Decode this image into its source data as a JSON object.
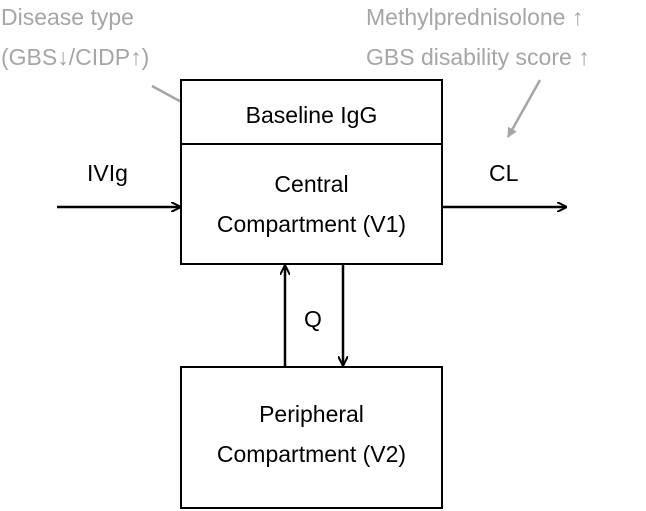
{
  "colors": {
    "line": "#000000",
    "annotation": "#a6a6a6"
  },
  "annotations": {
    "disease_line1": "Disease type",
    "disease_line2": "(GBS↓/CIDP↑)",
    "covariate_line1": "Methylprednisolone ↑",
    "covariate_line2": "GBS disability score ↑"
  },
  "central": {
    "baseline_label": "Baseline IgG",
    "name_line1": "Central",
    "name_line2": "Compartment (V1)"
  },
  "peripheral": {
    "name_line1": "Peripheral",
    "name_line2": "Compartment (V2)"
  },
  "flows": {
    "input": "IVIg",
    "clearance": "CL",
    "intercompartmental": "Q"
  }
}
